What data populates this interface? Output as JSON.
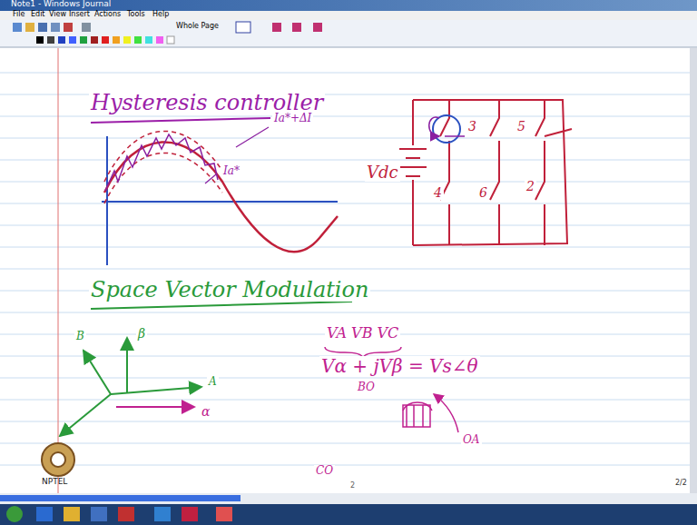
{
  "diagram": {
    "labels": [
      "Note1 - Windows Journal",
      "File",
      "Edit",
      "View",
      "Insert",
      "Actions",
      "Tools",
      "Help",
      "Whole Page",
      "Hysteresis controller",
      "Ia*+ΔI",
      "Ia*",
      "Vdc",
      "3",
      "5",
      "4",
      "6",
      "2",
      "Space Vector Modulation",
      "B",
      "β",
      "A",
      "α",
      "VA VB VC",
      "Vα + jVβ = Vs∠θ",
      "BO",
      "OA",
      "CO",
      "NPTEL",
      "2/2",
      "2"
    ]
  }
}
